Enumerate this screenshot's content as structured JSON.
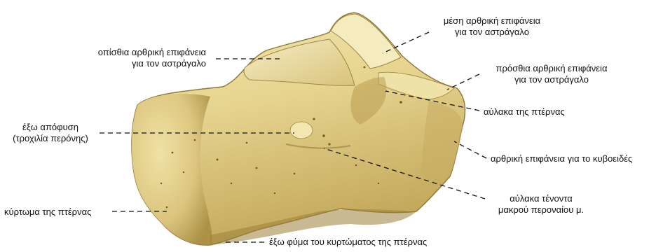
{
  "labels": {
    "posterior_facet": [
      "οπίσθια αρθρική επιφάνεια",
      "για τον αστράγαλο"
    ],
    "middle_facet": [
      "μέση αρθρική επιφάνεια",
      "για τον αστράγαλο"
    ],
    "anterior_facet": [
      "πρόσθια αρθρική επιφάνεια",
      "για τον αστράγαλο"
    ],
    "calcaneal_sulcus": "αύλακα της πτέρνας",
    "cuboid_facet": "αρθρική επιφάνεια για το κυβοειδές",
    "peroneal_trochlea": [
      "έξω απόφυση",
      "(τροχιλία περόνης)"
    ],
    "peroneus_groove": [
      "αύλακα τένοντα",
      "μακρού περοναίου μ."
    ],
    "calcaneal_tuberosity": "κύρτωμα της πτέρνας",
    "lateral_tubercle": "έξω φύμα του κυρτώματος της πτέρνας"
  },
  "colors": {
    "bone_light": "#efe3a6",
    "bone_mid": "#d9c47c",
    "bone_dark": "#b19548",
    "bone_shadow": "#7d6a30",
    "leader": "#111111"
  }
}
